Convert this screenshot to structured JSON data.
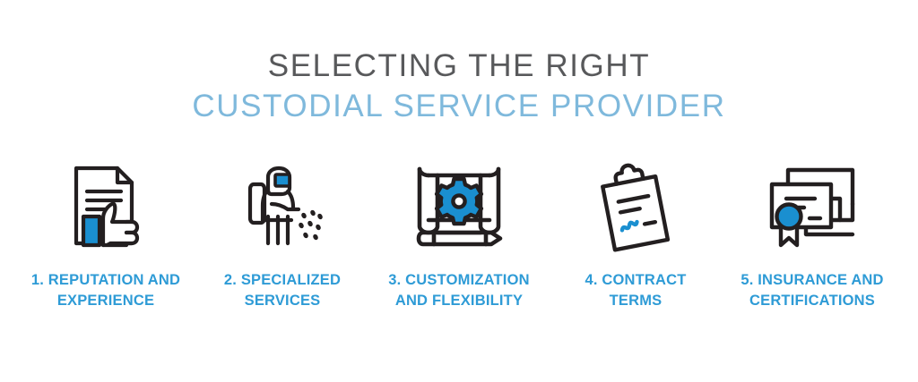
{
  "title": {
    "line1": "SELECTING THE RIGHT",
    "line2": "CUSTODIAL SERVICE PROVIDER"
  },
  "colors": {
    "background": "#ffffff",
    "title_line1": "#58595b",
    "title_line2": "#7fb9dc",
    "label_blue": "#2e9bd6",
    "icon_outline": "#231f20",
    "icon_accent_blue": "#1a8fd0"
  },
  "steps": [
    {
      "number": "1.",
      "label": "1. REPUTATION AND EXPERIENCE",
      "icon": "document-thumbs-up-icon"
    },
    {
      "number": "2.",
      "label": "2. SPECIALIZED SERVICES",
      "icon": "hazmat-sprayer-worker-icon"
    },
    {
      "number": "3.",
      "label": "3. CUSTOMIZATION AND FLEXIBILITY",
      "icon": "blueprint-gear-pencil-icon"
    },
    {
      "number": "4.",
      "label": "4. CONTRACT TERMS",
      "icon": "clipboard-signature-icon"
    },
    {
      "number": "5.",
      "label": "5. INSURANCE AND CERTIFICATIONS",
      "icon": "certificate-seal-icon"
    }
  ]
}
